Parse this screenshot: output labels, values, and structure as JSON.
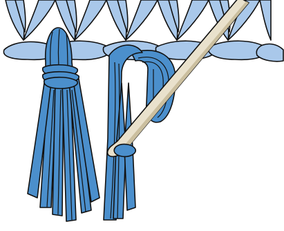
{
  "illustration": {
    "subject": "fringe-tassel-with-crochet-hook",
    "colors": {
      "knit_fabric": "#a9c8ea",
      "yarn": "#4b8fcc",
      "yarn_dark": "#3c7cb9",
      "outline": "#111111",
      "hook": "#e9e1cc",
      "hook_shadow": "#cbbf9f",
      "background": "#ffffff"
    },
    "elements": [
      "knit-fabric-edge",
      "finished-tassel",
      "folded-yarn-loop",
      "crochet-hook"
    ]
  }
}
